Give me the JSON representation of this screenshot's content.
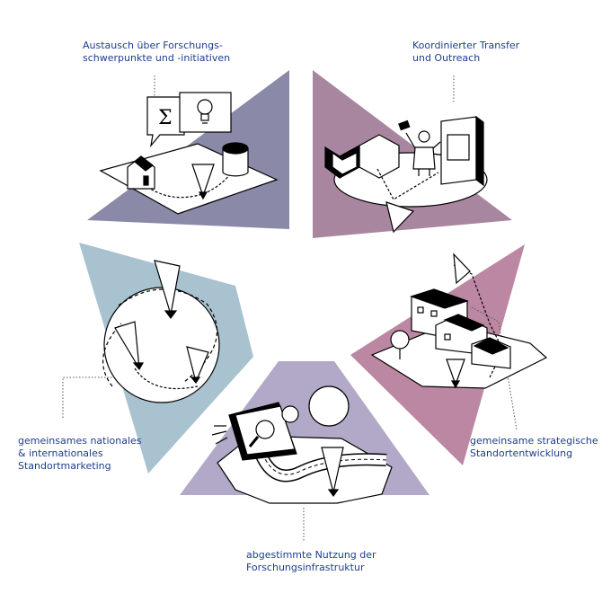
{
  "colors": {
    "text": "#1d3d8f",
    "segment_research": "#8a89a8",
    "segment_transfer": "#a8869f",
    "segment_development": "#bc87a2",
    "segment_infrastructure": "#b1a9c7",
    "segment_marketing": "#a8c2cf"
  },
  "labels": {
    "research": {
      "line1": "Austausch über Forschungs-",
      "line2": "schwerpunkte und -initiativen"
    },
    "transfer": {
      "line1": "Koordinierter Transfer",
      "line2": "und Outreach"
    },
    "development": {
      "line1": "gemeinsame strategische",
      "line2": "Standortentwicklung"
    },
    "infrastructure": {
      "line1": "abgestimmte Nutzung der",
      "line2": "Forschungsinfrastruktur"
    },
    "marketing": {
      "line1": "gemeinsames nationales",
      "line2": "& internationales",
      "line3": "Standortmarketing"
    }
  },
  "icons": {
    "sigma_symbol": "Σ"
  }
}
